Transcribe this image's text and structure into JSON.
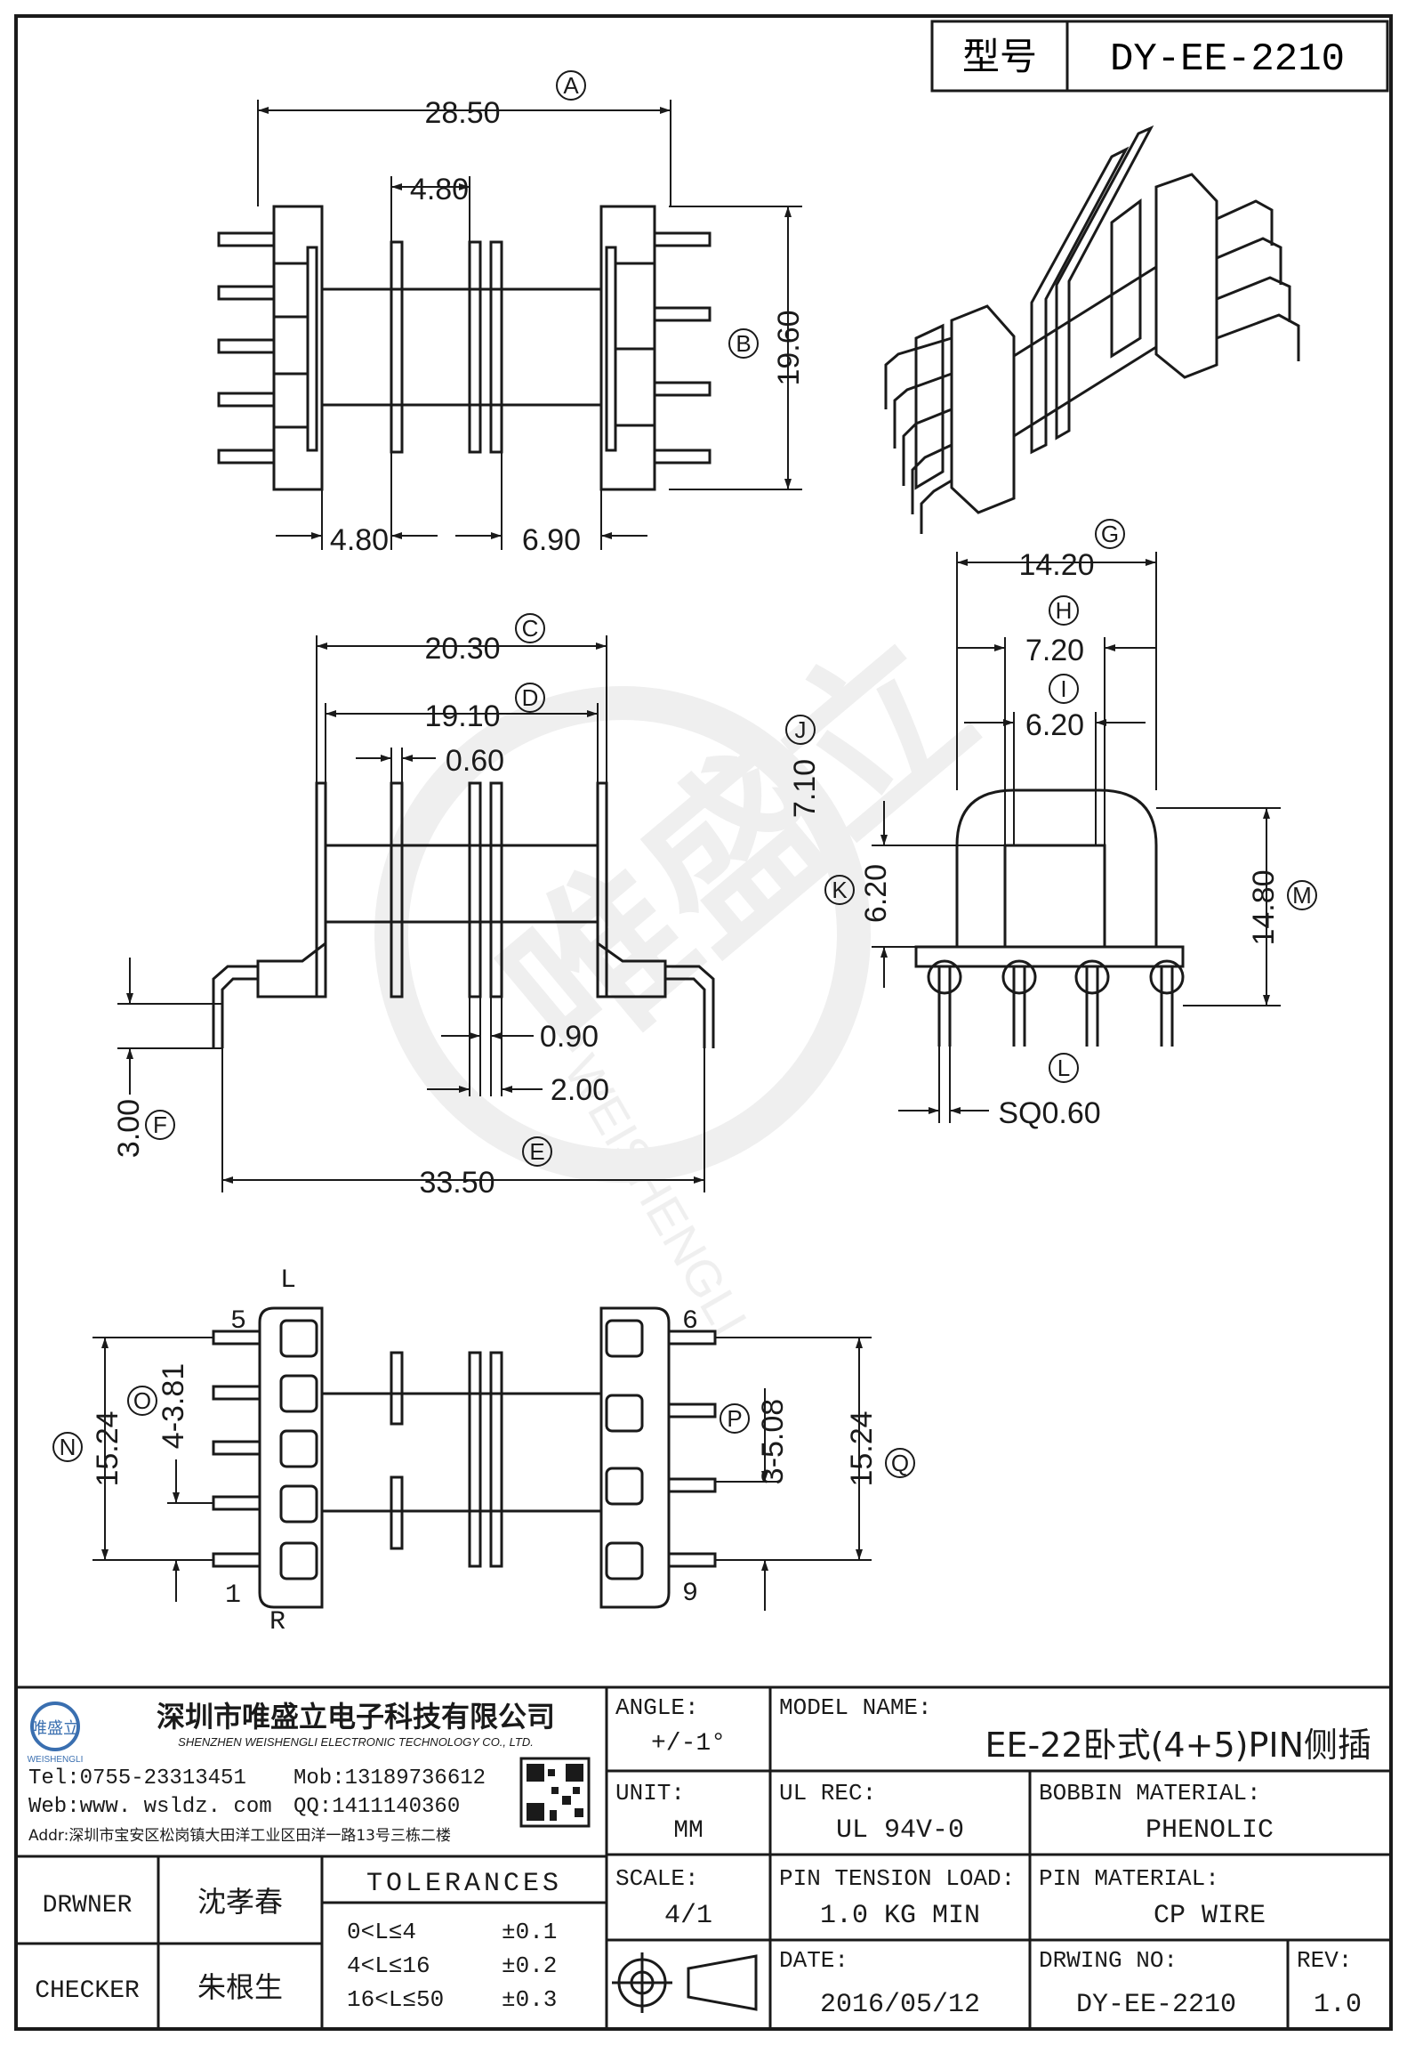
{
  "header": {
    "type_label": "型号",
    "type_value": "DY-EE-2210"
  },
  "dimensions": {
    "a": "28.50",
    "b": "19.60",
    "top_gap": "4.80",
    "left_gap": "4.80",
    "right_gap": "6.90",
    "c": "20.30",
    "d": "19.10",
    "flange": "0.60",
    "pin_w": "0.90",
    "pin_pitch": "2.00",
    "e": "33.50",
    "f": "3.00",
    "g": "14.20",
    "h": "7.20",
    "i": "6.20",
    "j": "7.10",
    "k": "6.20",
    "m": "14.80",
    "sq": "SQ0.60",
    "n": "15.24",
    "o": "4-3.81",
    "p": "3-5.08",
    "q": "15.24"
  },
  "letters": [
    "A",
    "B",
    "C",
    "D",
    "E",
    "F",
    "G",
    "H",
    "I",
    "J",
    "K",
    "L",
    "M",
    "N",
    "O",
    "P",
    "Q"
  ],
  "pins": {
    "p5": "5",
    "p1": "1",
    "p6": "6",
    "p9": "9",
    "side_l": "L",
    "side_r": "R"
  },
  "watermark": {
    "brand": "唯盛立",
    "latin": "WEISHENGLI"
  },
  "title_block": {
    "company_cn": "深圳市唯盛立电子科技有限公司",
    "company_en": "SHENZHEN WEISHENGLI ELECTRONIC TECHNOLOGY CO., LTD.",
    "logo_cn": "唯盛立",
    "logo_en": "WEISHENGLI",
    "tel": "Tel:0755-23313451",
    "mob": "Mob:13189736612",
    "web": "Web:www. wsldz. com",
    "qq": "QQ:1411140360",
    "addr": "Addr:深圳市宝安区松岗镇大田洋工业区田洋一路13号三栋二楼",
    "angle_label": "ANGLE:",
    "angle_value": "+/-1°",
    "model_label": "MODEL NAME:",
    "model_value": "EE-22卧式(4+5)PIN侧插",
    "unit_label": "UNIT:",
    "unit_value": "MM",
    "ul_label": "UL REC:",
    "ul_value": "UL 94V-0",
    "bobbin_label": "BOBBIN MATERIAL:",
    "bobbin_value": "PHENOLIC",
    "drawer_label": "DRWNER",
    "drawer_value": "沈孝春",
    "tol_title": "TOLERANCES",
    "tolerances": [
      {
        "range": "0<L≤4",
        "tol": "±0.1"
      },
      {
        "range": "4<L≤16",
        "tol": "±0.2"
      },
      {
        "range": "16<L≤50",
        "tol": "±0.3"
      }
    ],
    "scale_label": "SCALE:",
    "scale_value": "4/1",
    "tension_label": "PIN TENSION LOAD:",
    "tension_value": "1.0 KG MIN",
    "pin_mat_label": "PIN MATERIAL:",
    "pin_mat_value": "CP WIRE",
    "checker_label": "CHECKER",
    "checker_value": "朱根生",
    "date_label": "DATE:",
    "date_value": "2016/05/12",
    "dwg_label": "DRWING NO:",
    "dwg_value": "DY-EE-2210",
    "rev_label": "REV:",
    "rev_value": "1.0"
  }
}
